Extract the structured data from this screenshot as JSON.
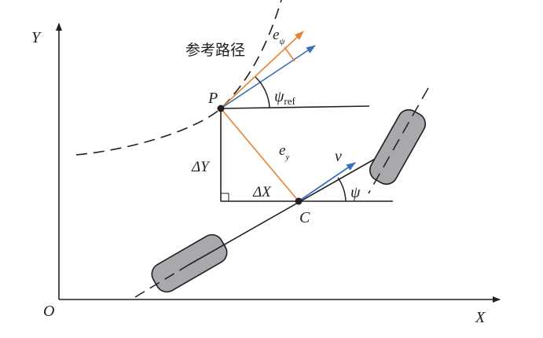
{
  "labels": {
    "y_axis": "Y",
    "x_axis": "X",
    "origin": "O",
    "reference_path": "参考路径",
    "e_psi_base": "e",
    "e_psi_sub": "ψ",
    "psi_ref_base": "ψ",
    "psi_ref_sub": "ref",
    "point_p": "P",
    "point_c": "C",
    "e_y_base": "e",
    "e_y_sub": "y",
    "velocity": "v",
    "psi": "ψ",
    "delta_y": "ΔY",
    "delta_x": "ΔX"
  },
  "colors": {
    "orange": "#e8822f",
    "blue": "#3b6fba",
    "wheel": "#a7a9ac",
    "line": "#231f20"
  }
}
